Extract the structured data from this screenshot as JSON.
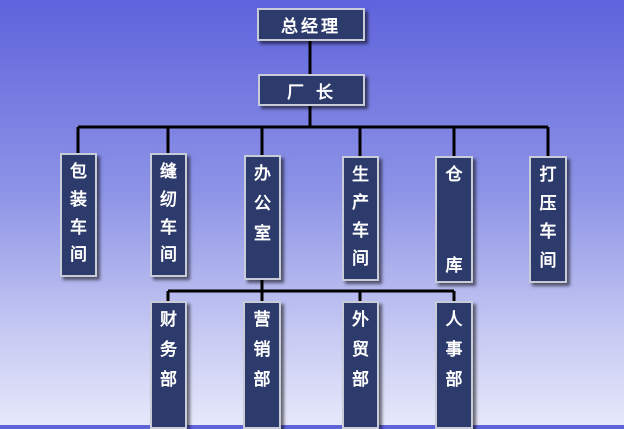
{
  "org": {
    "top": {
      "label": "总经理",
      "name": "general-manager-box"
    },
    "second": {
      "label": "厂 长",
      "name": "factory-director-box"
    },
    "departments": [
      {
        "label": "包装车间",
        "name": "packaging-workshop-box"
      },
      {
        "label": "缝纫车间",
        "name": "sewing-workshop-box"
      },
      {
        "label": "办公室",
        "name": "office-box"
      },
      {
        "label": "生产车间",
        "name": "production-workshop-box"
      },
      {
        "label": "仓库",
        "name": "warehouse-box"
      },
      {
        "label": "打压车间",
        "name": "pressing-workshop-box"
      }
    ],
    "office_subunits": [
      {
        "label": "财务部",
        "name": "finance-dept-box"
      },
      {
        "label": "营销部",
        "name": "marketing-dept-box"
      },
      {
        "label": "外贸部",
        "name": "foreign-trade-dept-box"
      },
      {
        "label": "人事部",
        "name": "hr-dept-box"
      }
    ]
  },
  "colors": {
    "box_fill": "#2c3a6c",
    "box_border": "#c8ccd8",
    "text": "#ffffff",
    "connector": "#000000"
  }
}
